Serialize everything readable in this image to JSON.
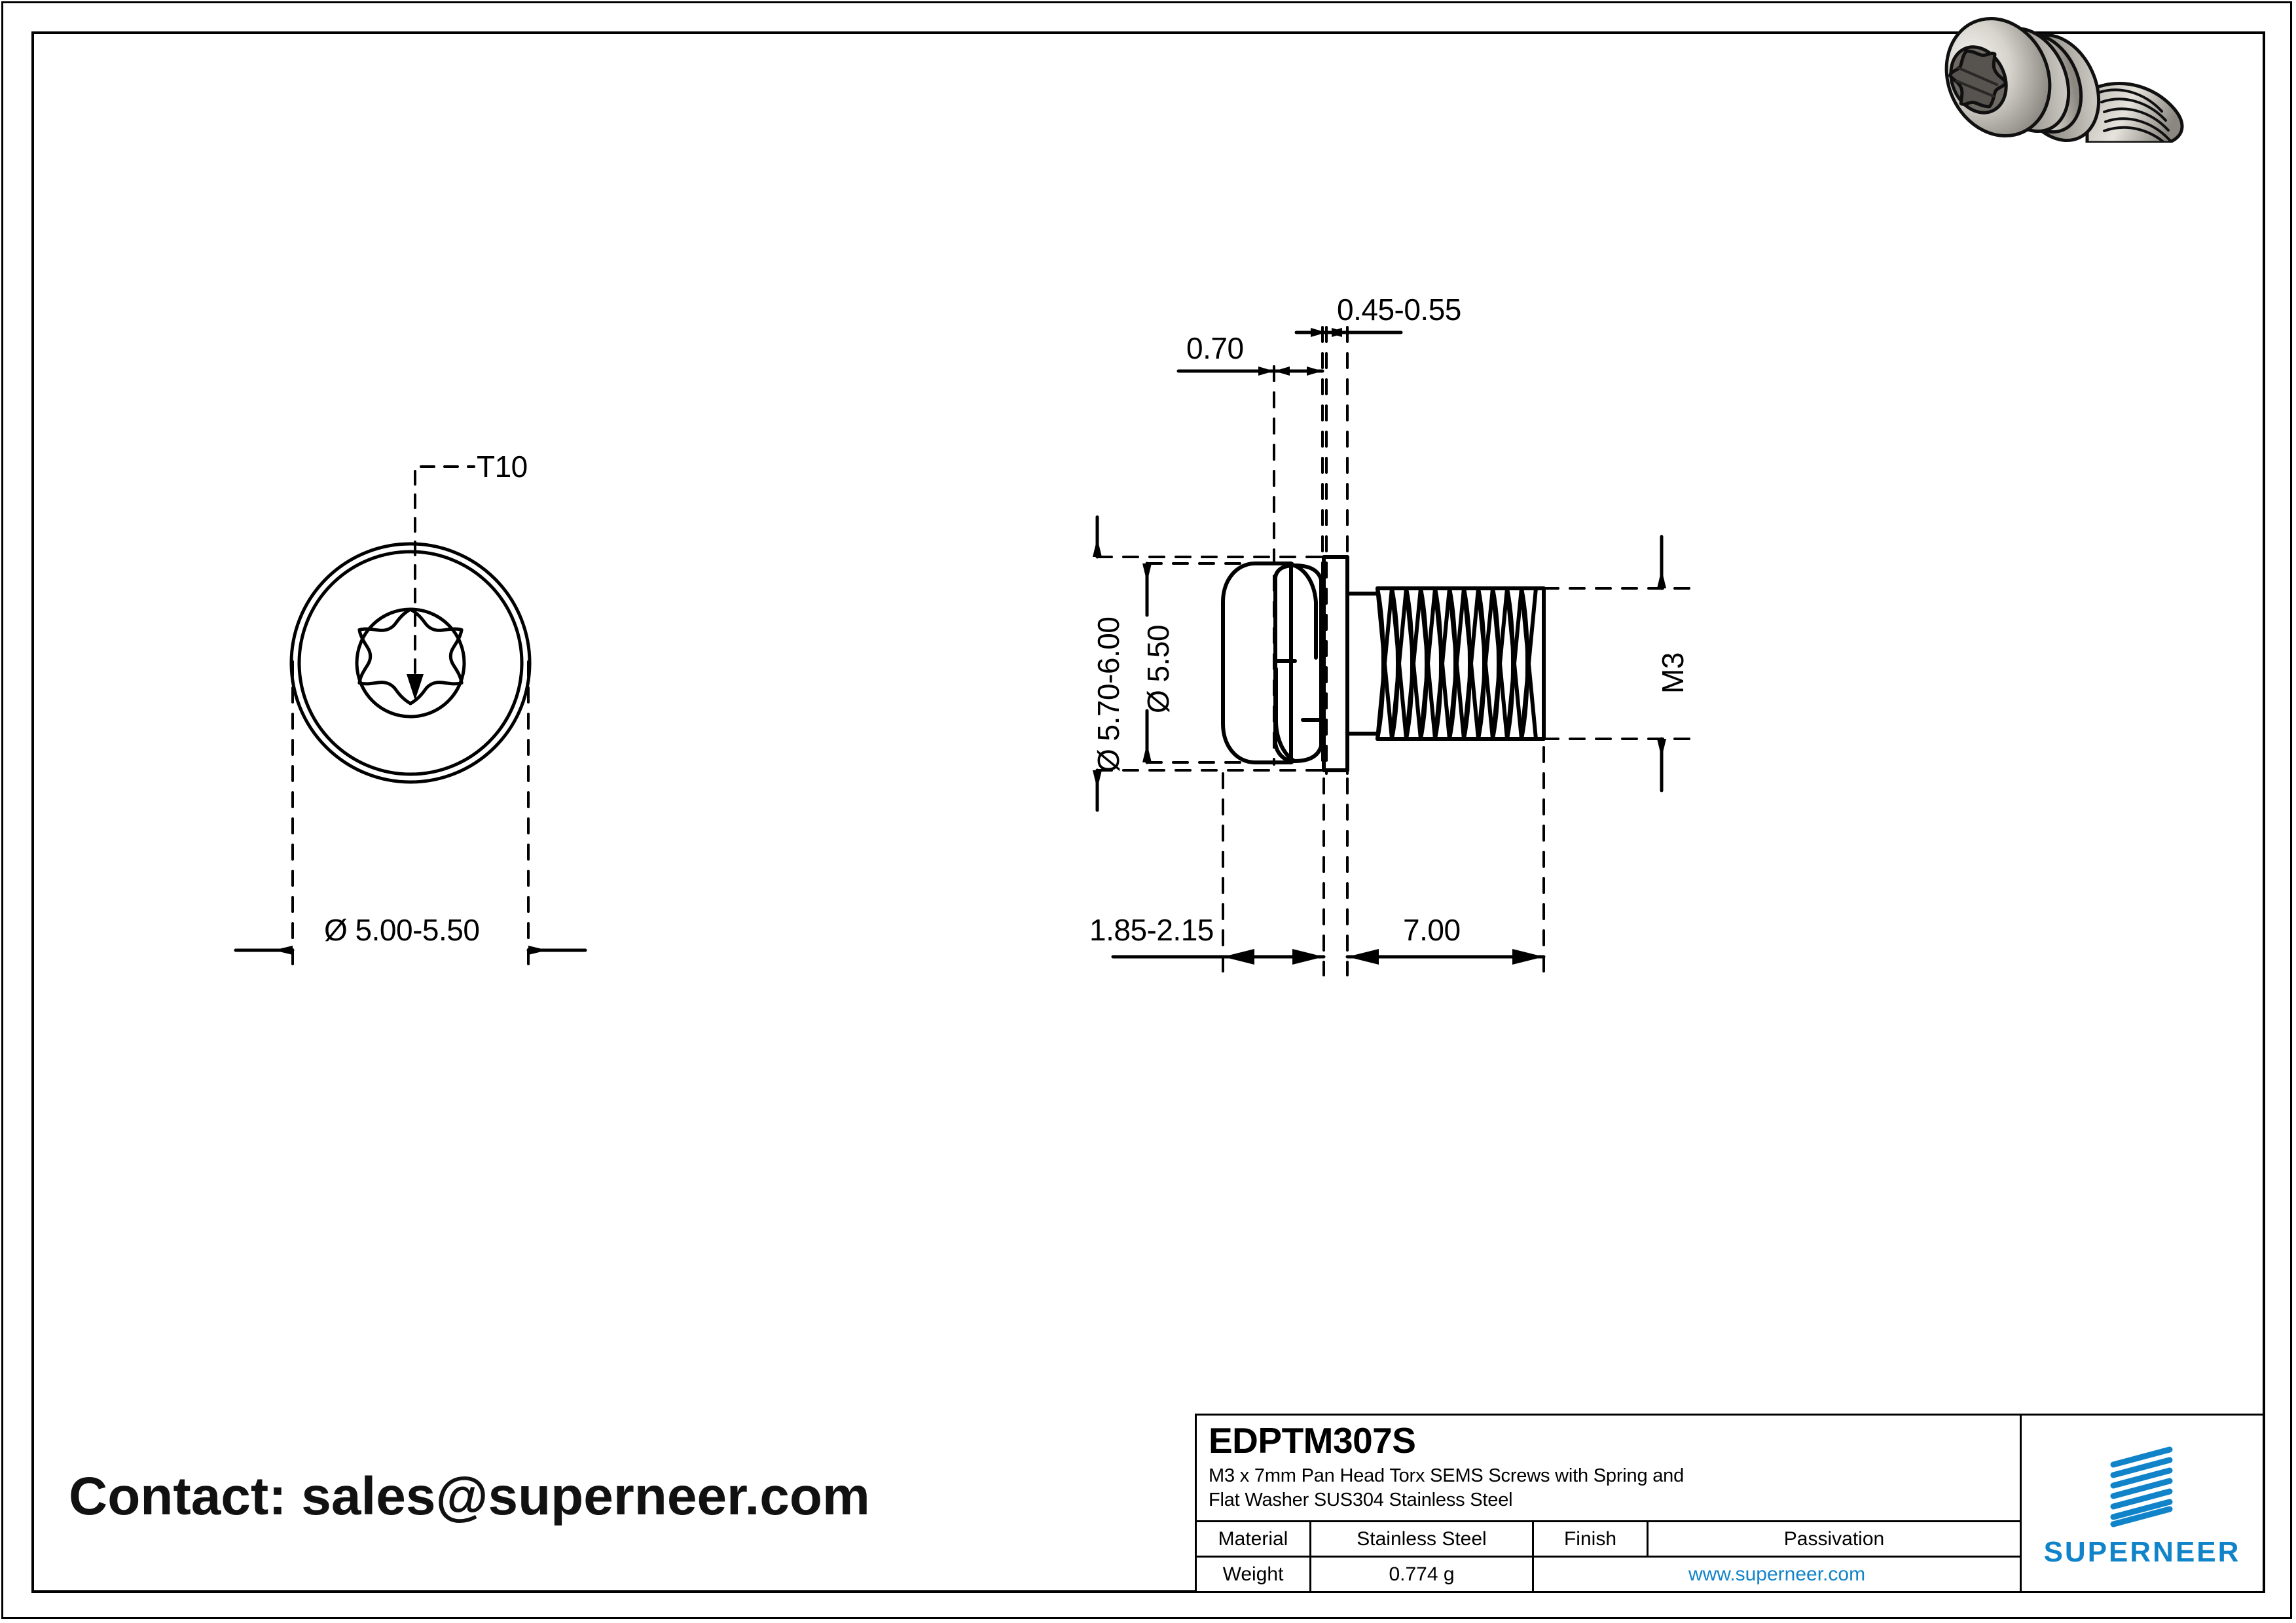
{
  "page": {
    "background": "#ffffff",
    "line_color": "#000000",
    "accent_color": "#1184c9"
  },
  "contact": {
    "text": "Contact: sales@superneer.com"
  },
  "title_block": {
    "part_number": "EDPTM307S",
    "description_line1": "M3 x 7mm Pan Head Torx SEMS Screws with Spring and",
    "description_line2": "Flat Washer SUS304 Stainless Steel",
    "material_label": "Material",
    "material_value": "Stainless Steel",
    "finish_label": "Finish",
    "finish_value": "Passivation",
    "weight_label": "Weight",
    "weight_value": "0.774 g",
    "website": "www.superneer.com",
    "logo_text": "SUPERNEER",
    "logo_color": "#1184c9"
  },
  "front_view": {
    "name": "front-view",
    "drive_callout": "T10",
    "head_diameter": "Ø 5.00-5.50",
    "lobes": 6
  },
  "side_view": {
    "name": "side-view",
    "spring_washer_thickness": "0.70",
    "flat_washer_thickness": "0.45-0.55",
    "washer_outer_diameter": "Ø 5.70-6.00",
    "head_diameter": "Ø 5.50",
    "thread_designation": "M3",
    "head_height": "1.85-2.15",
    "thread_length": "7.00"
  },
  "render": {
    "name": "isometric-screw-render",
    "alt": "3D rendered pan head torx SEMS screw with spring and flat washer"
  }
}
